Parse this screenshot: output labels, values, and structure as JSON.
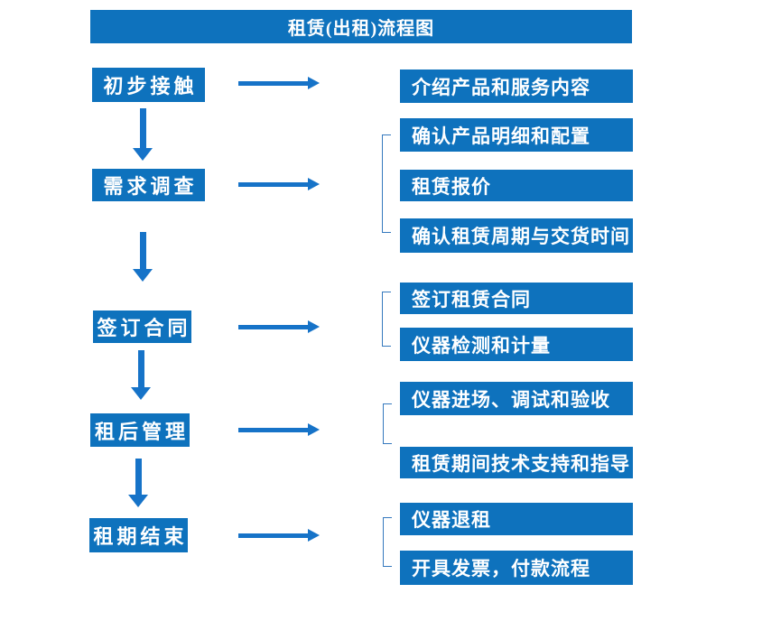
{
  "title": "租赁(出租)流程图",
  "colors": {
    "box_fill": "#0e72bd",
    "arrow": "#1673c8",
    "bracket": "#3579be",
    "text": "#ffffff",
    "background": "#ffffff"
  },
  "flow": [
    {
      "step": "初步接触",
      "details": [
        "介绍产品和服务内容"
      ]
    },
    {
      "step": "需求调查",
      "details": [
        "确认产品明细和配置",
        "租赁报价",
        "确认租赁周期与交货时间"
      ]
    },
    {
      "step": "签订合同",
      "details": [
        "签订租赁合同",
        "仪器检测和计量"
      ]
    },
    {
      "step": "租后管理",
      "details": [
        "仪器进场、调试和验收",
        "租赁期间技术支持和指导"
      ]
    },
    {
      "step": "租期结束",
      "details": [
        "仪器退租",
        "开具发票，付款流程"
      ]
    }
  ]
}
